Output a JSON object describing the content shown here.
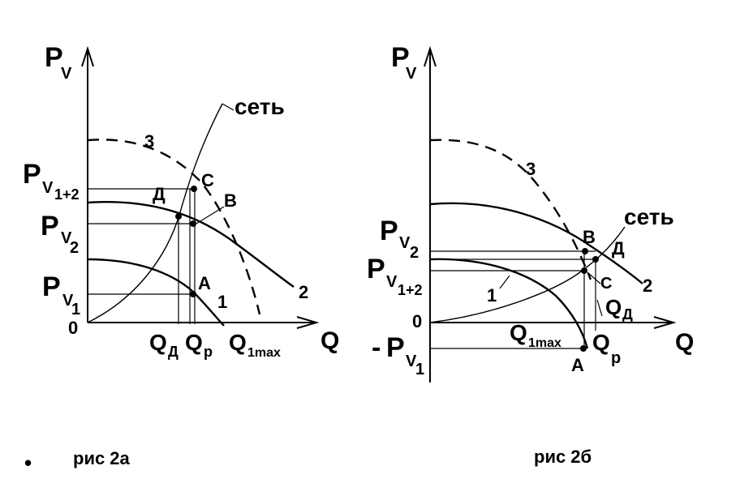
{
  "fig_a": {
    "y_axis_main": "P",
    "y_axis_sub": "V",
    "x_axis": "Q",
    "origin": "0",
    "label_P": "P",
    "label_V": "V",
    "sub_12": "1+2",
    "sub_2": "2",
    "sub_1": "1",
    "set": "сеть",
    "curve_3": "3",
    "curve_2": "2",
    "curve_1": "1",
    "pt_C": "С",
    "pt_D": "Д",
    "pt_B": "В",
    "pt_A": "А",
    "q_D_main": "Q",
    "q_D_sub": "Д",
    "q_P_main": "Q",
    "q_P_sub": "р",
    "q_1max_main": "Q",
    "q_1max_sub": "1max",
    "caption": "рис 2а"
  },
  "fig_b": {
    "y_axis_main": "P",
    "y_axis_sub": "V",
    "x_axis": "Q",
    "origin": "0",
    "label_P": "P",
    "label_V": "V",
    "minus": "-",
    "sub_2": "2",
    "sub_12": "1+2",
    "sub_1": "1",
    "set": "сеть",
    "curve_3": "3",
    "curve_2": "2",
    "curve_1": "1",
    "pt_B": "В",
    "pt_D": "Д",
    "pt_C": "С",
    "pt_A": "А",
    "q_D_main": "Q",
    "q_D_sub": "Д",
    "q_P_main": "Q",
    "q_P_sub": "р",
    "q_1max_main": "Q",
    "q_1max_sub": "1max",
    "caption": "рис 2б"
  },
  "bullet": "•"
}
